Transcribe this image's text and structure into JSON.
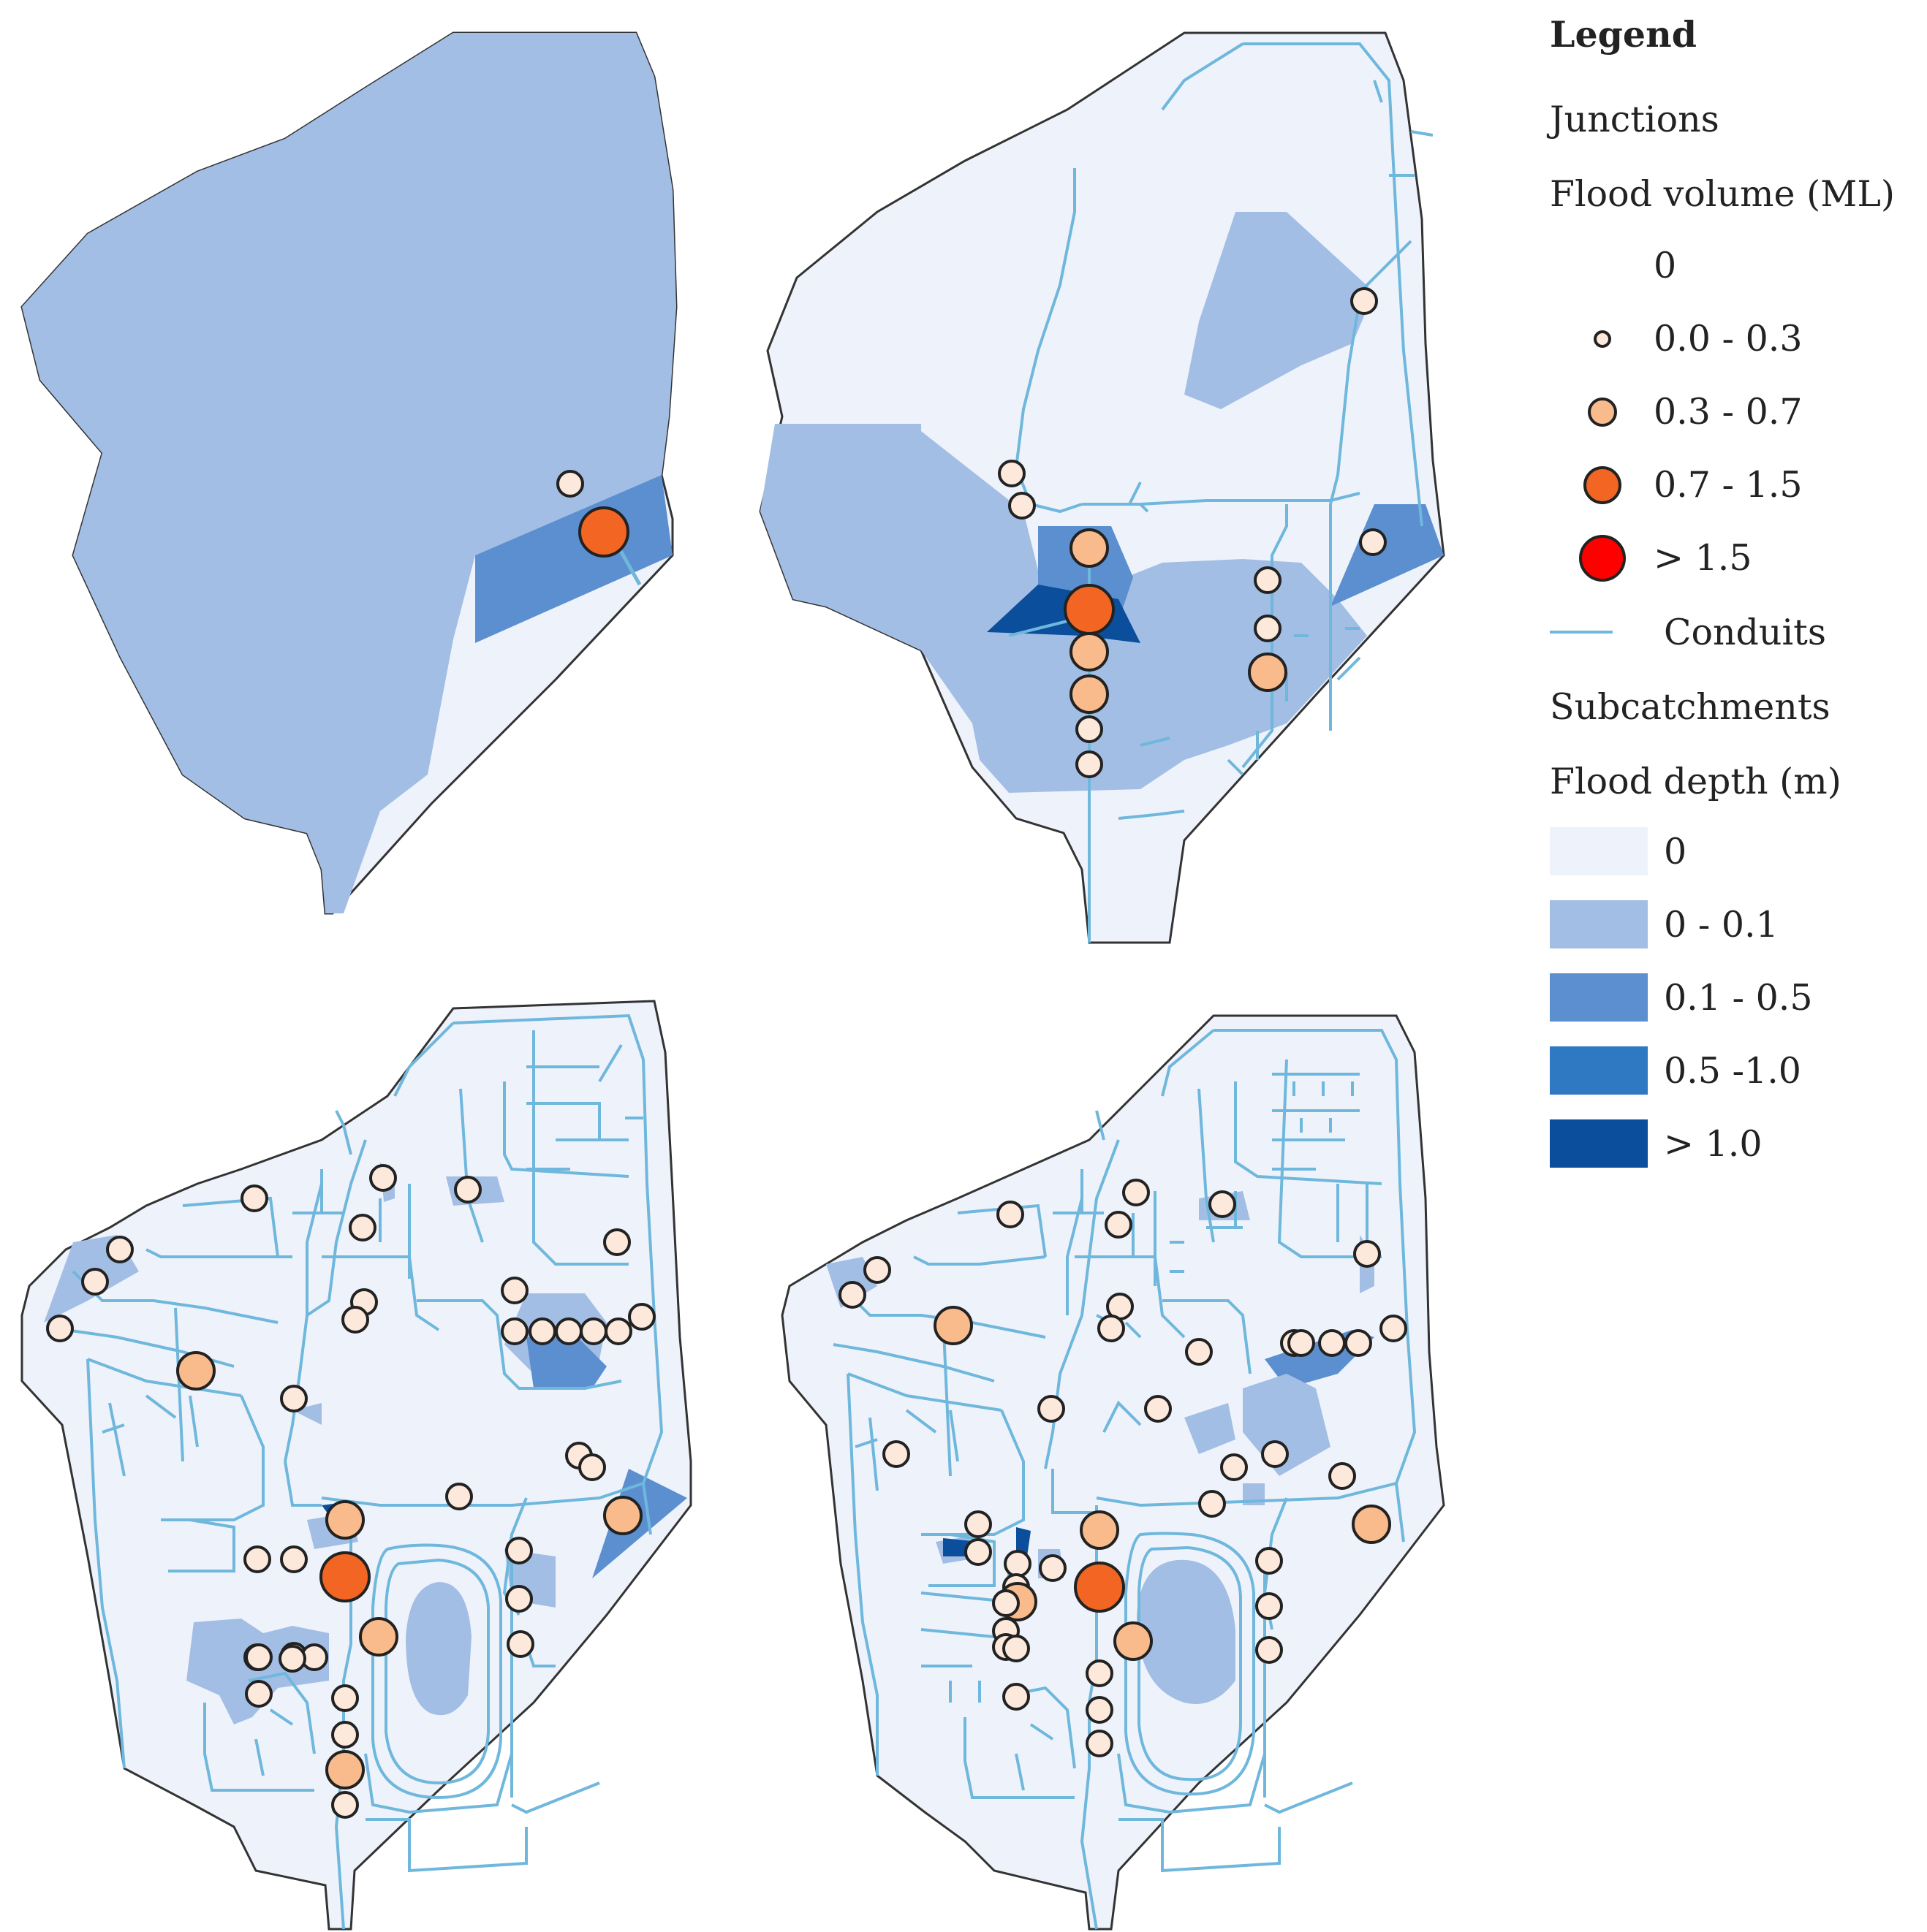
{
  "legend": {
    "title": "Legend",
    "junctions_heading": "Junctions",
    "flood_volume_heading": "Flood volume (ML)",
    "volume_classes": [
      {
        "label": "0",
        "color": "#ffffff",
        "size": 0
      },
      {
        "label": "0.0 - 0.3",
        "color": "#fde9dc",
        "size": 1
      },
      {
        "label": "0.3 - 0.7",
        "color": "#f9bb8c",
        "size": 2
      },
      {
        "label": "0.7 - 1.5",
        "color": "#f26522",
        "size": 3
      },
      {
        "label": "> 1.5",
        "color": "#ff0000",
        "size": 4
      }
    ],
    "conduits_label": "Conduits",
    "conduits_color": "#6fb7dc",
    "subcatchments_heading": "Subcatchments",
    "flood_depth_heading": "Flood depth (m)",
    "depth_classes": [
      {
        "label": "0",
        "color": "#eef3fb"
      },
      {
        "label": "0 - 0.1",
        "color": "#a3bee5"
      },
      {
        "label": "0.1 - 0.5",
        "color": "#5b8fd0"
      },
      {
        "label": "0.5 -1.0",
        "color": "#2f78c2"
      },
      {
        "label": "> 1.0",
        "color": "#0b4e9c"
      }
    ]
  },
  "maps": [
    {
      "name": "panel-1",
      "junction_classes": [
        1,
        3
      ]
    },
    {
      "name": "panel-2",
      "junction_classes": [
        1,
        1,
        1,
        2,
        3,
        2,
        2,
        1,
        1,
        1,
        1,
        1,
        2
      ]
    },
    {
      "name": "panel-3",
      "junction_classes": [
        1,
        1,
        1,
        1,
        1,
        1,
        1,
        1,
        1,
        1,
        1,
        1,
        1,
        1,
        1,
        1,
        1,
        1,
        2,
        1,
        1,
        1,
        1,
        1,
        2,
        2,
        3,
        2,
        1,
        1,
        1,
        1,
        1,
        1,
        2,
        1,
        1,
        1,
        1,
        1,
        1
      ]
    },
    {
      "name": "panel-4",
      "junction_classes": [
        1,
        1,
        1,
        1,
        1,
        1,
        1,
        1,
        1,
        1,
        1,
        1,
        1,
        1,
        1,
        1,
        1,
        2,
        1,
        1,
        1,
        1,
        1,
        1,
        1,
        1,
        1,
        1,
        2,
        1,
        1,
        1,
        1,
        1,
        2,
        3,
        2,
        1,
        1,
        1,
        1,
        1,
        1,
        2
      ]
    }
  ]
}
